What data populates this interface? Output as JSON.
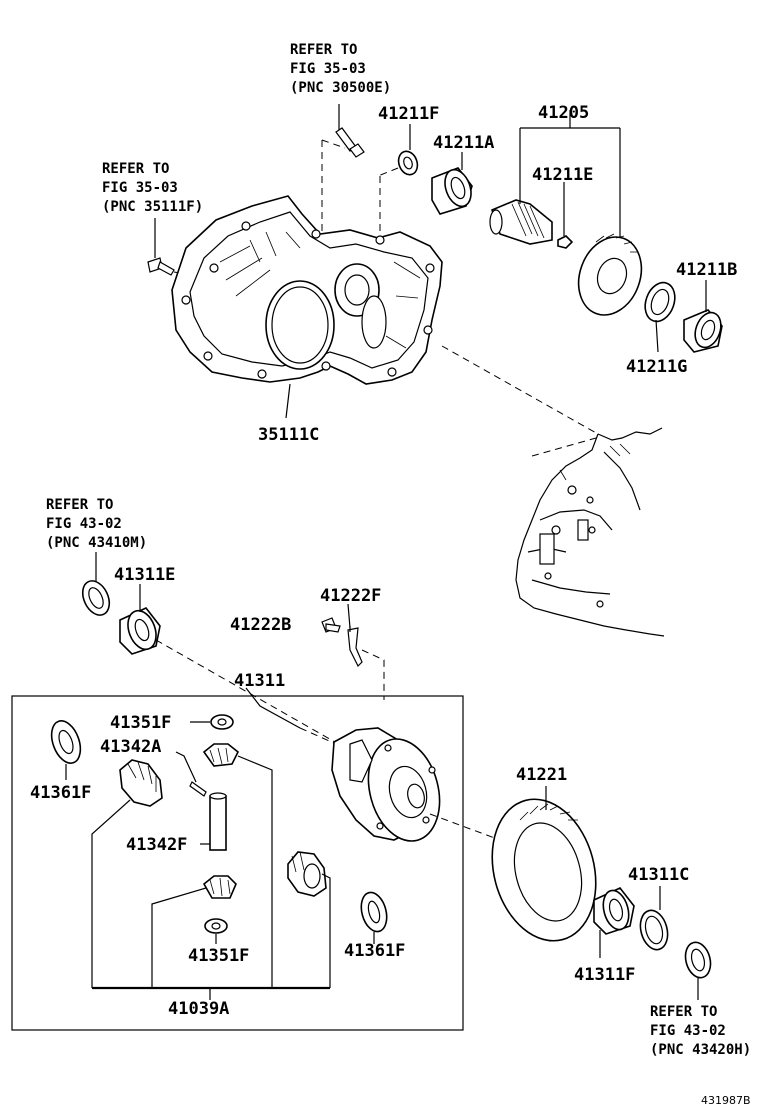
{
  "diagram": {
    "refer_notes": [
      {
        "line1": "REFER TO",
        "line2": "FIG 35-03",
        "line3": "(PNC 30500E)"
      },
      {
        "line1": "REFER TO",
        "line2": "FIG 35-03",
        "line3": "(PNC 35111F)"
      },
      {
        "line1": "REFER TO",
        "line2": "FIG 43-02",
        "line3": "(PNC 43410M)"
      },
      {
        "line1": "REFER TO",
        "line2": "FIG 43-02",
        "line3": "(PNC 43420H)"
      }
    ],
    "part_labels": {
      "p41211F": "41211F",
      "p41205": "41205",
      "p41211A": "41211A",
      "p41211E": "41211E",
      "p41211B": "41211B",
      "p41211G": "41211G",
      "p35111C": "35111C",
      "p41311E": "41311E",
      "p41222F": "41222F",
      "p41222B": "41222B",
      "p41311": "41311",
      "p41351F_top": "41351F",
      "p41342A": "41342A",
      "p41361F_left": "41361F",
      "p41342F": "41342F",
      "p41351F_bottom": "41351F",
      "p41361F_right": "41361F",
      "p41039A": "41039A",
      "p41221": "41221",
      "p41311C": "41311C",
      "p41311F": "41311F"
    },
    "figure_id": "431987B"
  }
}
